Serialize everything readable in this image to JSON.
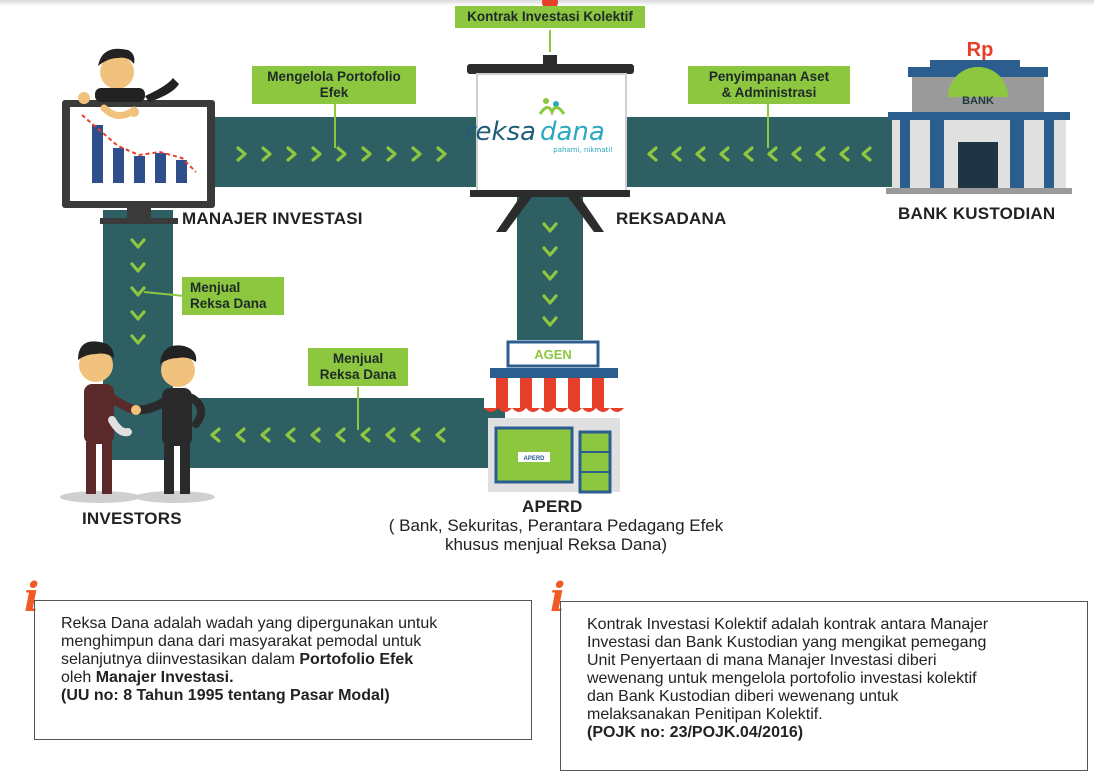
{
  "labels": {
    "manajer": "MANAJER INVESTASI",
    "reksadana": "REKSADANA",
    "bank_kustodian": "BANK KUSTODIAN",
    "investors": "INVESTORS",
    "aperd": "APERD",
    "aperd_sub_1": "( Bank, Sekuritas, Perantara Pedagang Efek",
    "aperd_sub_2": "khusus menjual Reksa Dana)"
  },
  "tags": {
    "kik": "Kontrak Investasi Kolektif",
    "mengelola_1": "Mengelola Portofolio",
    "mengelola_2": "Efek",
    "penyimpanan_1": "Penyimpanan Aset",
    "penyimpanan_2": "& Administrasi",
    "menjual_mi_1": "Menjual",
    "menjual_mi_2": "Reksa Dana",
    "menjual_aperd_1": "Menjual",
    "menjual_aperd_2": "Reksa Dana"
  },
  "board": {
    "logo_a": "reksa",
    "logo_b": "dana",
    "tagline": "pahami, nikmati!"
  },
  "bank": {
    "currency": "Rp",
    "sign": "BANK"
  },
  "shop": {
    "sign": "AGEN",
    "window": "APERD"
  },
  "notes": {
    "left": {
      "l1": "Reksa Dana adalah wadah yang dipergunakan untuk",
      "l2": "menghimpun dana dari masyarakat pemodal untuk",
      "l3a": "selanjutnya diinvestasikan dalam ",
      "l3b": "Portofolio Efek",
      "l4a": "oleh ",
      "l4b": "Manajer Investasi.",
      "l5": "(UU no: 8 Tahun 1995 tentang Pasar Modal)"
    },
    "right": {
      "l1": "Kontrak Investasi Kolektif adalah kontrak antara Manajer",
      "l2": "Investasi dan Bank Kustodian yang mengikat pemegang",
      "l3": "Unit Penyertaan di mana Manajer Investasi diberi",
      "l4": "wewenang untuk mengelola portofolio investasi kolektif",
      "l5": "dan Bank Kustodian diberi wewenang untuk",
      "l6": "melaksanakan Penitipan Kolektif.",
      "l7": "(POJK no: 23/POJK.04/2016)"
    },
    "info_glyph": "i"
  },
  "colors": {
    "band": "#2e5f63",
    "green": "#8dc63f",
    "chevron": "#8dc63f",
    "accent_red": "#e6402a",
    "orange": "#f15a24"
  }
}
